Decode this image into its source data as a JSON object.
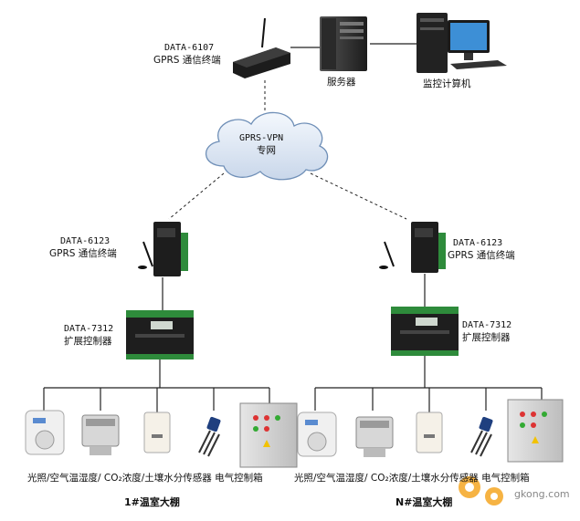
{
  "top": {
    "router_model": "DATA-6107",
    "router_desc": "GPRS 通信终端",
    "server_label": "服务器",
    "monitor_label": "监控计算机"
  },
  "cloud": {
    "line1": "GPRS-VPN",
    "line2": "专网"
  },
  "left": {
    "terminal_model": "DATA-6123",
    "terminal_desc": "GPRS 通信终端",
    "controller_model": "DATA-7312",
    "controller_desc": "扩展控制器",
    "sensors_caption": "光照/空气温湿度/ CO₂浓度/土壤水分传感器 电气控制箱",
    "house_title": "1#温室大棚"
  },
  "right": {
    "terminal_model": "DATA-6123",
    "terminal_desc": "GPRS 通信终端",
    "controller_model": "DATA-7312",
    "controller_desc": "扩展控制器",
    "sensors_caption": "光照/空气温湿度/ CO₂浓度/土壤水分传感器 电气控制箱",
    "house_title": "N#温室大棚"
  },
  "watermark": {
    "text": "gkong.com"
  }
}
